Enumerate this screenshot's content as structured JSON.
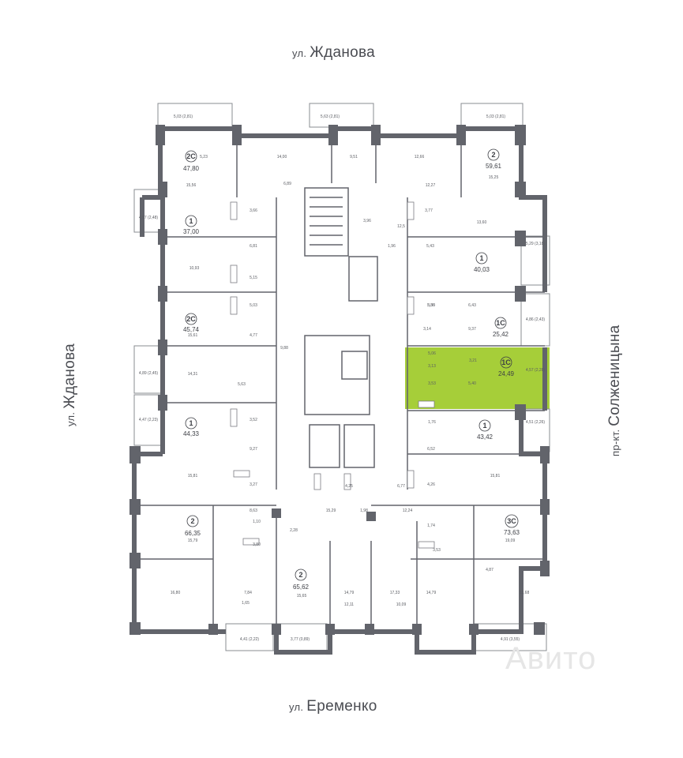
{
  "streets": {
    "top": "ул. Жданова",
    "left": "ул. Жданова",
    "right": "пр-кт. Солженицына",
    "bottom": "ул. Еременко"
  },
  "colors": {
    "highlight": "#a6ce39",
    "wall": "#62646b",
    "text": "#3d3f45"
  },
  "watermark": "Авито",
  "apartments": [
    {
      "id": "a1",
      "rooms": "2С",
      "area": "47,80"
    },
    {
      "id": "a2",
      "rooms": "1",
      "area": "37,00"
    },
    {
      "id": "a3",
      "rooms": "2С",
      "area": "45,74"
    },
    {
      "id": "a4",
      "rooms": "1",
      "area": "44,33"
    },
    {
      "id": "a5",
      "rooms": "2",
      "area": "66,35"
    },
    {
      "id": "a6",
      "rooms": "2",
      "area": "65,62"
    },
    {
      "id": "a7",
      "rooms": "2",
      "area": "59,61"
    },
    {
      "id": "a8",
      "rooms": "1",
      "area": "40,03"
    },
    {
      "id": "a9",
      "rooms": "1С",
      "area": "25,42"
    },
    {
      "id": "a10",
      "rooms": "1С",
      "area": "24,49",
      "highlighted": true
    },
    {
      "id": "a11",
      "rooms": "1",
      "area": "43,42"
    },
    {
      "id": "a12",
      "rooms": "3С",
      "area": "73,63"
    }
  ],
  "rooms": {
    "balconies": [
      "5,03 (2,81)",
      "5,63 (2,81)",
      "5,03 (2,81)",
      "4,97 (2,48)",
      "5,29 (3,18)",
      "4,86 (2,43)",
      "4,57 (2,28)",
      "4,89 (2,45)",
      "4,47 (2,23)",
      "4,51 (2,26)",
      "4,41 (2,22)",
      "3,77 (0,89)",
      "4,91 (3,55)"
    ],
    "labels": [
      "5,23",
      "14,00",
      "9,51",
      "12,66",
      "15,56",
      "6,89",
      "12,27",
      "15,25",
      "3,66",
      "3,96",
      "3,77",
      "13,60",
      "12,5",
      "6,81",
      "1,96",
      "5,43",
      "5,15",
      "5,03",
      "10,93",
      "5,30",
      "3,86",
      "6,43",
      "9,37",
      "15,61",
      "4,77",
      "3,14",
      "9,88",
      "5,06",
      "3,21",
      "14,31",
      "5,63",
      "3,13",
      "3,53",
      "5,40",
      "1,76",
      "3,52",
      "9,27",
      "6,52",
      "3,27",
      "4,26",
      "15,81",
      "6,77",
      "4,25",
      "15,81",
      "8,63",
      "15,29",
      "1,98",
      "12,24",
      "1,10",
      "1,74",
      "15,79",
      "3,80",
      "3,53",
      "2,28",
      "16,80",
      "7,84",
      "15,65",
      "14,79",
      "17,33",
      "14,79",
      "4,87",
      "13,68",
      "19,09",
      "1,65",
      "12,11",
      "10,09"
    ]
  }
}
